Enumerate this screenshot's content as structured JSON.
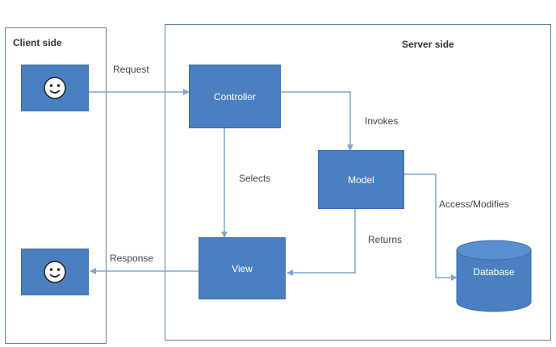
{
  "client": {
    "title": "Client side"
  },
  "server": {
    "title": "Server side"
  },
  "nodes": {
    "controller": "Controller",
    "model": "Model",
    "view": "View",
    "database": "Database"
  },
  "edges": {
    "request": "Request",
    "invokes": "Invokes",
    "selects": "Selects",
    "access": "Access/Modifies",
    "returns": "Returns",
    "response": "Response"
  },
  "colors": {
    "box": "#4a7fc1",
    "border": "#5b7fa6",
    "arrow": "#7fa6d2"
  },
  "icons": {
    "user_top": "smiley-face-icon",
    "user_bottom": "smiley-face-icon"
  }
}
